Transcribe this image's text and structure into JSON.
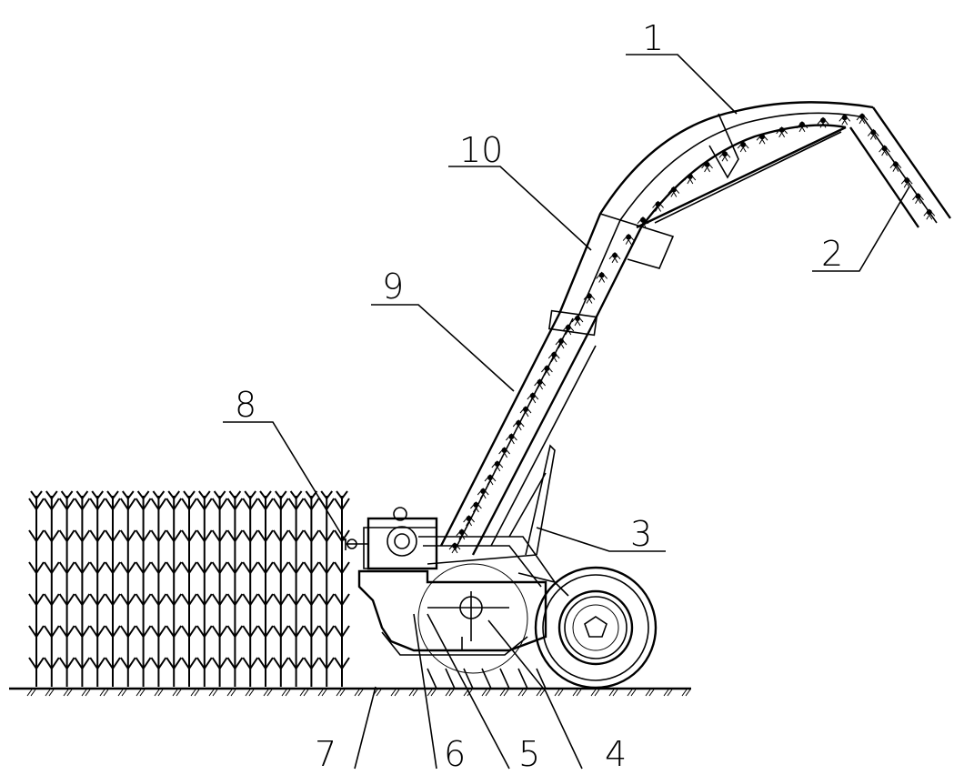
{
  "callouts": {
    "c1": "1",
    "c2": "2",
    "c3": "3",
    "c4": "4",
    "c5": "5",
    "c6": "6",
    "c7": "7",
    "c8": "8",
    "c9": "9",
    "c10": "10"
  },
  "icons": [
    "crop-row",
    "wheel",
    "gearbox",
    "conveyor-chain",
    "ground-line"
  ]
}
